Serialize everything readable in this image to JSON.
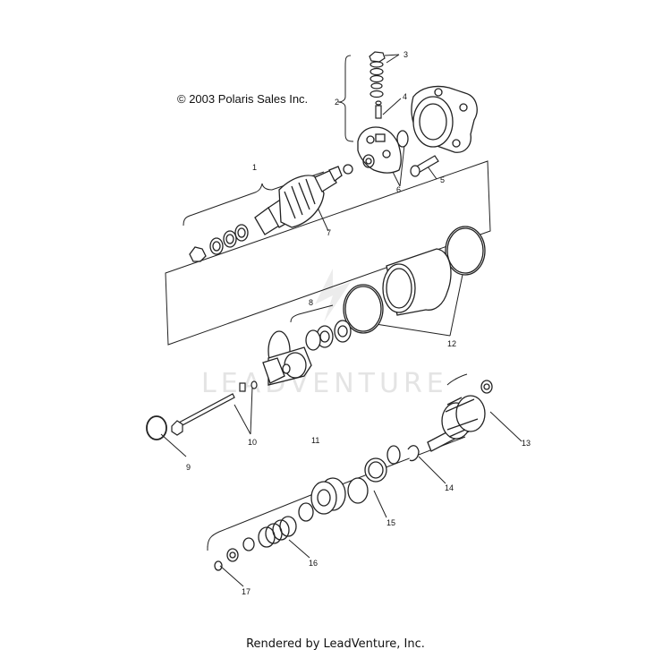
{
  "copyright": "© 2003 Polaris Sales Inc.",
  "footer": "Rendered by LeadVenture, Inc.",
  "watermark": "LEADVENTURE",
  "callouts": [
    "1",
    "2",
    "3",
    "4",
    "5",
    "6",
    "7",
    "8",
    "9",
    "10",
    "11",
    "12",
    "13",
    "14",
    "15",
    "16",
    "17"
  ]
}
